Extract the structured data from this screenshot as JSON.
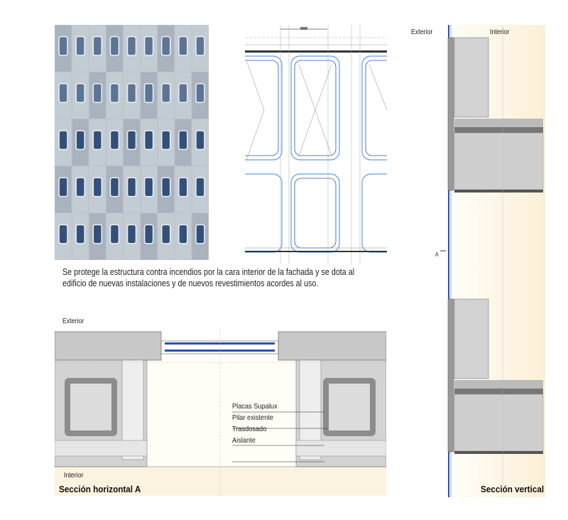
{
  "caption": "Se protege la estructura contra incendios por la cara interior de la fachada y se dota al edificio de nuevas instalaciones y de nuevos revestimientos acordes al uso.",
  "vertical_section": {
    "exterior_label": "Exterior",
    "interior_label": "Interior",
    "title": "Sección vertical",
    "section_marker": "A"
  },
  "horizontal_section": {
    "exterior_label": "Exterior",
    "interior_label": "Interior",
    "title": "Sección horizontal A",
    "legend": [
      "Placas Supalux",
      "Pilar existente",
      "Trasdosado",
      "Aislante"
    ]
  },
  "photo": {
    "columns": 9,
    "rows": 5
  },
  "colors": {
    "glass_blue": "#2f4fb5",
    "light_blue": "#6fb3e6",
    "beige": "#fbf3df",
    "concrete": "#a9a9a9"
  }
}
